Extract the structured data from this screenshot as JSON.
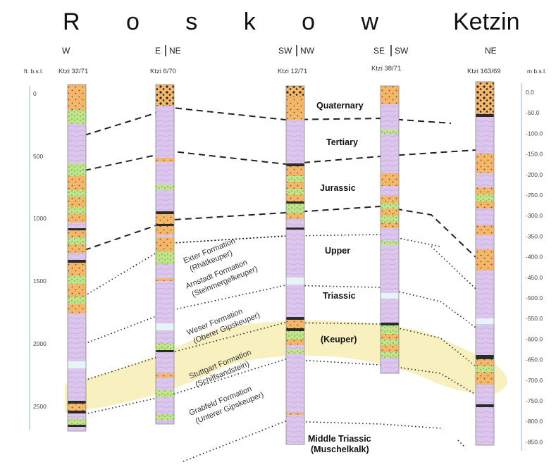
{
  "title": {
    "left": "R o s k o w",
    "right": "Ketzin"
  },
  "units": {
    "left": "ft. b.s.l.",
    "right": "m b.s.l."
  },
  "directions": [
    "W",
    "E",
    "NE",
    "SW",
    "NW",
    "SE",
    "SW",
    "NE"
  ],
  "wells": [
    "Ktzi 32/71",
    "Ktzi 6/70",
    "Ktzi 12/71",
    "Ktzi 38/71",
    "Ktzi 163/69"
  ],
  "ft_ticks": [
    "0",
    "500",
    "1000",
    "1500",
    "2000",
    "2500"
  ],
  "m_ticks": [
    "0.0",
    "-50.0",
    "-100.0",
    "-150.0",
    "-200.0",
    "-250.0",
    "-300.0",
    "-350.0",
    "-400.0",
    "-450.0",
    "-500.0",
    "-550.0",
    "-600.0",
    "-650.0",
    "-700.0",
    "-750.0",
    "-800.0",
    "-850.0"
  ],
  "strat_labels": {
    "quaternary": "Quaternary",
    "tertiary": "Tertiary",
    "jurassic": "Jurassic",
    "upper": "Upper",
    "triassic": "Triassic",
    "keuper": "(Keuper)",
    "middle_triassic": "Middle Triassic",
    "muschelkalk": "(Muschelkalk)"
  },
  "formations": {
    "exter": [
      "Exter Formation",
      "(Rhätkeuper)"
    ],
    "arnstadt": [
      "Arnstadt Formation",
      "(Steinmergelkeuper)"
    ],
    "weser": [
      "Weser Formation",
      "(Oberer Gipskeuper)"
    ],
    "stuttgart": [
      "Stuttgart Formation",
      "(Schilfsandstein)"
    ],
    "grabfeld": [
      "Grabfeld Formation",
      "(Unterer Gipskeuper)"
    ]
  },
  "colors": {
    "sand": "#f4b76a",
    "green": "#bfe68a",
    "purple": "#dcc6ee",
    "lightblue": "#e8f5f7",
    "dark": "#333333",
    "highlight": "#f7efb8"
  }
}
